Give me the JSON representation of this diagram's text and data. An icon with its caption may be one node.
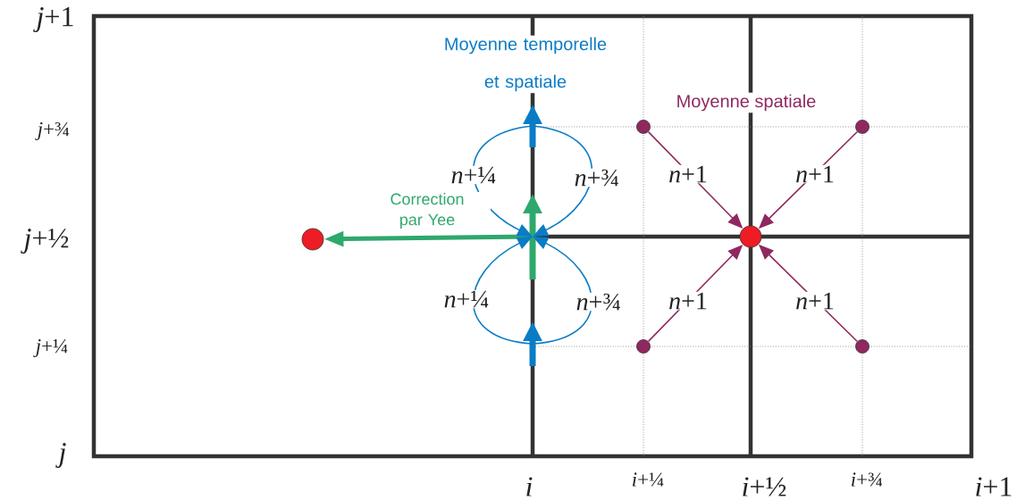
{
  "diagram": {
    "nodes": [
      {
        "text": [],
        "shape": "circle"
      },
      {
        "text": [],
        "shape": "circle"
      },
      {
        "text": [],
        "shape": "circle"
      },
      {
        "text": [],
        "shape": "circle"
      },
      {
        "text": [],
        "shape": "circle"
      },
      {
        "text": [],
        "shape": "circle"
      },
      {
        "text": [],
        "shape": "arrow"
      },
      {
        "text": [],
        "shape": "arrow"
      },
      {
        "text": [],
        "shape": "arrow"
      }
    ],
    "edges": [
      {
        "from": 7,
        "to": 0,
        "arrow": "to",
        "label": "Correction par Yee",
        "style": "thick",
        "color": "#2ea86c"
      },
      {
        "from": 6,
        "to": 7,
        "arrow": "to",
        "label": "*n*+¼",
        "color": "#0a7cc6"
      },
      {
        "from": 6,
        "to": 7,
        "arrow": "to",
        "label": "*n*+¾",
        "color": "#0a7cc6"
      },
      {
        "from": 8,
        "to": 7,
        "arrow": "to",
        "label": "*n*+¼",
        "color": "#0a7cc6"
      },
      {
        "from": 8,
        "to": 7,
        "arrow": "to",
        "label": "*n*+¾",
        "color": "#0a7cc6"
      },
      {
        "from": 2,
        "to": 1,
        "arrow": "to",
        "label": "*n*+1",
        "color": "#902860"
      },
      {
        "from": 3,
        "to": 1,
        "arrow": "to",
        "label": "*n*+1",
        "color": "#902860"
      },
      {
        "from": 4,
        "to": 1,
        "arrow": "to",
        "label": "*n*+1",
        "color": "#902860"
      },
      {
        "from": 5,
        "to": 1,
        "arrow": "to",
        "label": "*n*+1",
        "color": "#902860"
      }
    ],
    "labels": [
      "Moyenne temporelle et spatiale",
      "Moyenne spatiale",
      "*j*+1",
      "*j*+¾",
      "*j*+½",
      "*j*+¼",
      "*j*",
      "*i*",
      "*i*+¼",
      "*i*+½",
      "*i*+¾",
      "*i*+1"
    ]
  }
}
